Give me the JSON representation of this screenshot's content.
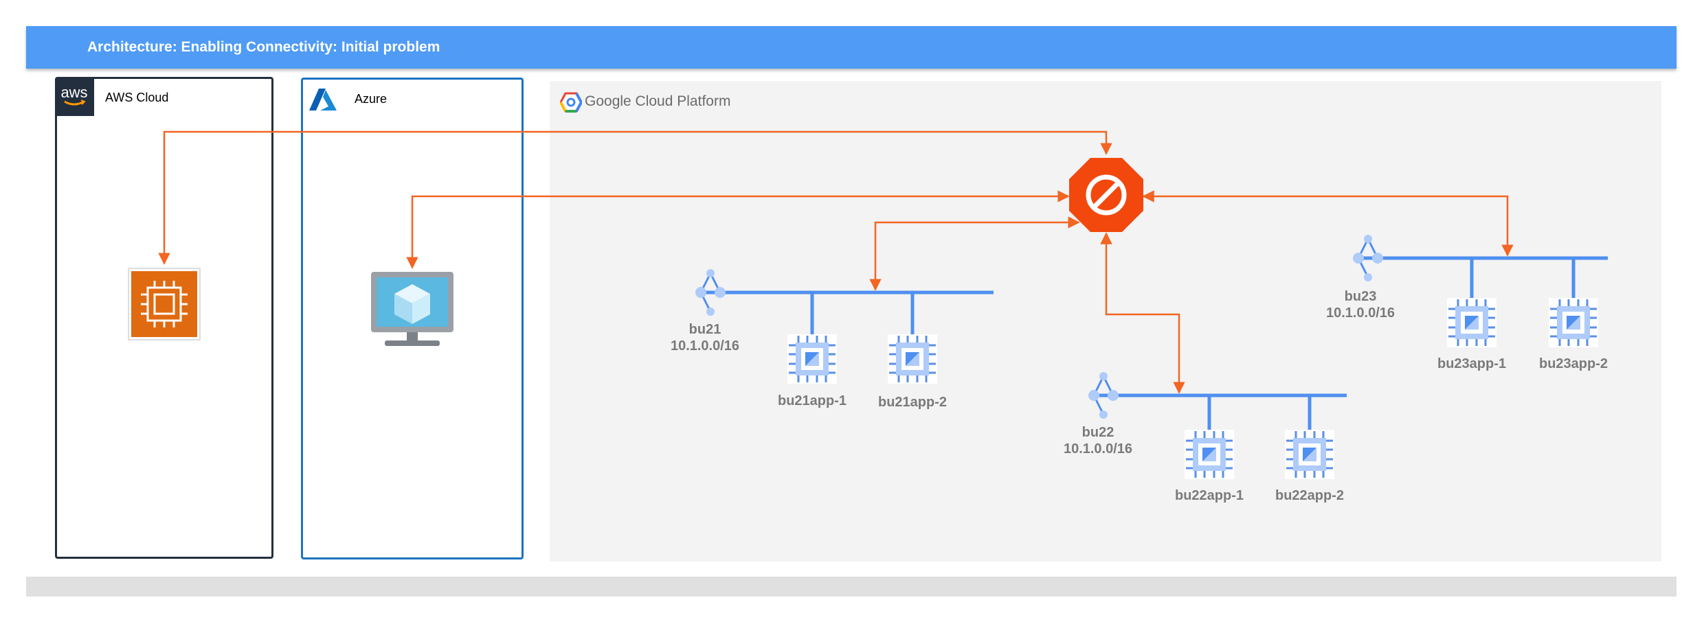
{
  "header": {
    "title": "Architecture: Enabling Connectivity: Initial problem"
  },
  "aws": {
    "label": "AWS Cloud",
    "logo_text": "aws"
  },
  "azure": {
    "label": "Azure"
  },
  "gcp": {
    "label": "Google Cloud Platform"
  },
  "networks": [
    {
      "name": "bu21",
      "cidr": "10.1.0.0/16",
      "apps": [
        "bu21app-1",
        "bu21app-2"
      ]
    },
    {
      "name": "bu22",
      "cidr": "10.1.0.0/16",
      "apps": [
        "bu22app-1",
        "bu22app-2"
      ]
    },
    {
      "name": "bu23",
      "cidr": "10.1.0.0/16",
      "apps": [
        "bu23app-1",
        "bu23app-2"
      ]
    }
  ],
  "icons": {
    "blocked": "no-entry-icon",
    "aws_instance": "ec2-chip-icon",
    "azure_vm": "monitor-cube-icon",
    "router": "vpc-router-icon",
    "compute": "compute-engine-chip-icon"
  },
  "colors": {
    "header": "#4f9bf5",
    "arrow": "#f26522",
    "network_line": "#4f8ff0",
    "aws_border": "#232f3e",
    "azure_border": "#1a73c0",
    "gcp_background": "#f3f3f3",
    "blocked": "#f2480e",
    "aws_instance": "#e06a10"
  }
}
